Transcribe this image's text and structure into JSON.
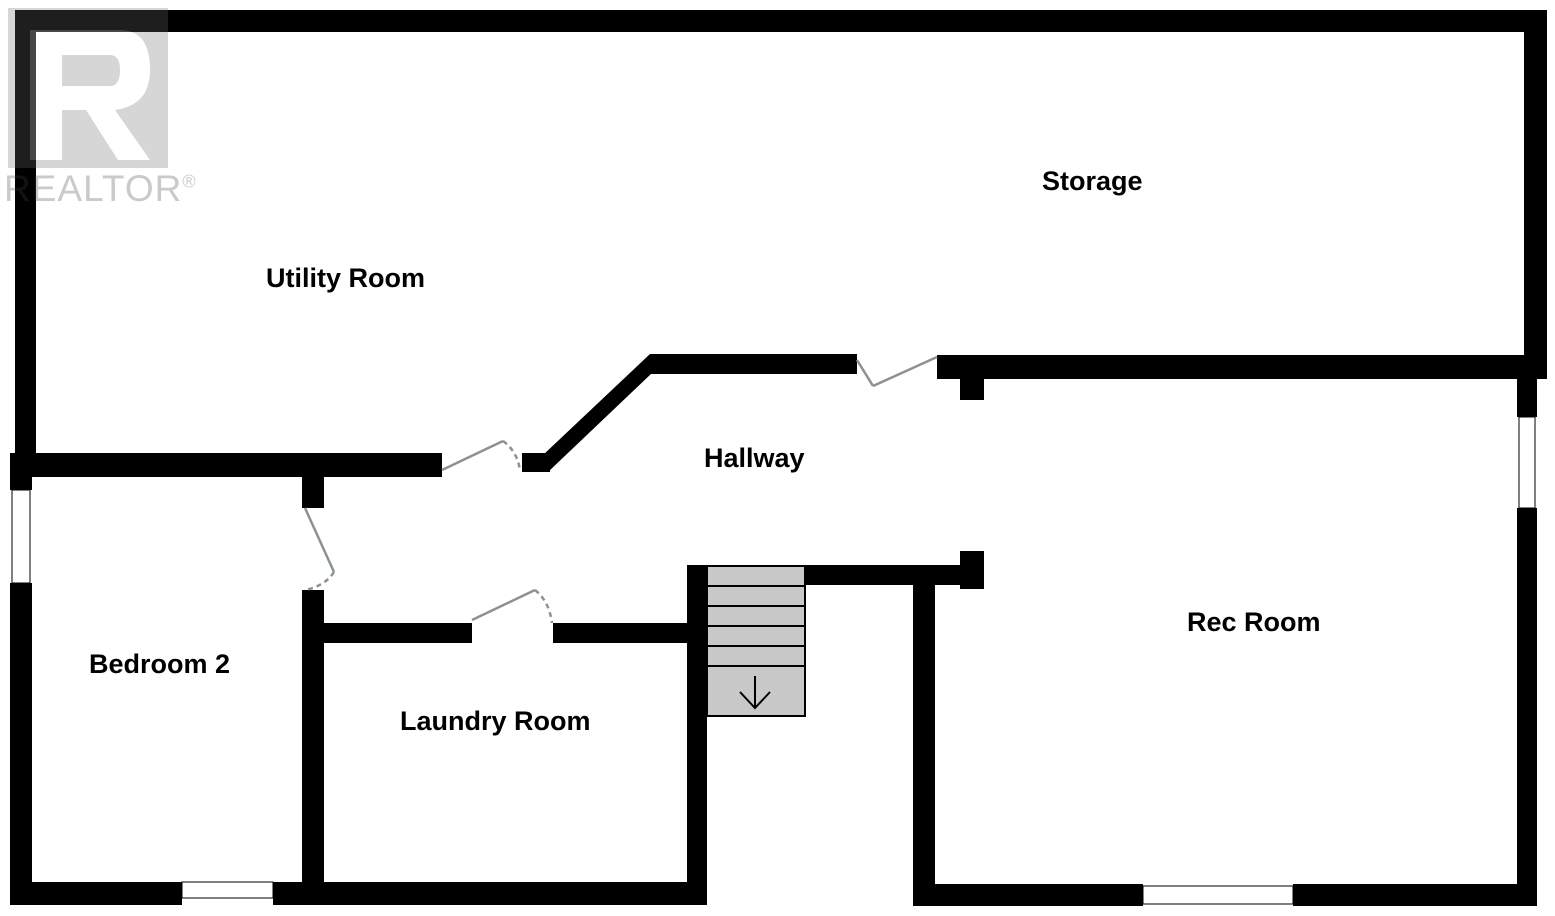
{
  "watermark": {
    "text": "REALTOR",
    "mark": "®"
  },
  "rooms": {
    "storage": "Storage",
    "utility": "Utility Room",
    "hallway": "Hallway",
    "rec": "Rec Room",
    "bedroom2": "Bedroom 2",
    "laundry": "Laundry Room"
  },
  "colors": {
    "wall": "#000000",
    "door": "#8a9296",
    "stair": "#c8c8c8",
    "window": "#ffffff"
  },
  "icons": {
    "stairs_direction": "arrow-down-icon"
  }
}
